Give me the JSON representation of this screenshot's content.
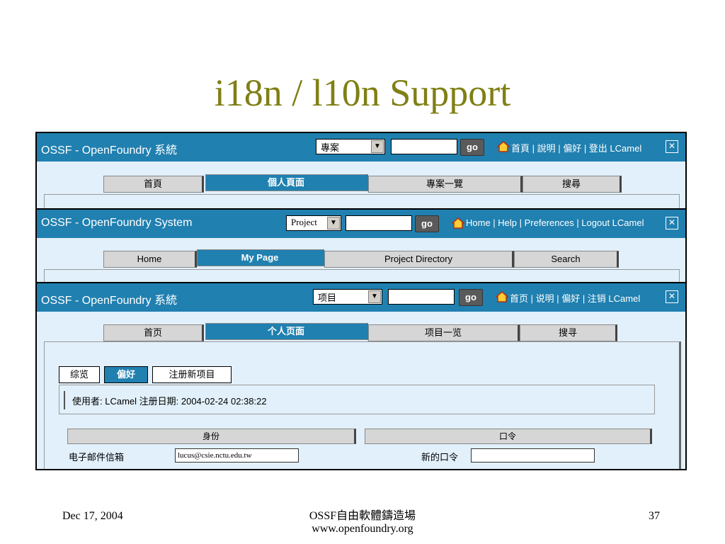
{
  "slide": {
    "title": "i18n / l10n Support",
    "footer_date": "Dec 17, 2004",
    "footer_center_line1": "OSSF自由軟體鑄造場",
    "footer_center_line2": "www.openfoundry.org",
    "page_number": "37"
  },
  "panel_traditional": {
    "app_title": "OSSF - OpenFoundry 系統",
    "select_value": "專案",
    "go_label": "go",
    "links": "首頁 | 說明 | 偏好 | 登出 LCamel",
    "tabs": [
      "首頁",
      "個人頁面",
      "專案一覽",
      "搜尋"
    ]
  },
  "panel_english": {
    "app_title": "OSSF - OpenFoundry System",
    "select_value": "Project",
    "go_label": "go",
    "links": "Home | Help | Preferences | Logout LCamel",
    "tabs": [
      "Home",
      "My Page",
      "Project Directory",
      "Search"
    ]
  },
  "panel_simplified": {
    "app_title": "OSSF - OpenFoundry 系統",
    "select_value": "项目",
    "go_label": "go",
    "links": "首页 | 说明 | 偏好 | 注销 LCamel",
    "tabs": [
      "首页",
      "个人页面",
      "项目一览",
      "搜寻"
    ],
    "subtabs": [
      "综览",
      "偏好",
      "注册新项目"
    ],
    "user_info": "使用者: LCamel   注册日期: 2004-02-24 02:38:22",
    "col_identity": "身份",
    "col_password": "口令",
    "email_label": "电子邮件信箱",
    "email_value": "lucus@csie.nctu.edu.tw",
    "new_password_label": "新的口令"
  },
  "colors": {
    "header": "#2080b0",
    "panel_bg": "#e2f0fb",
    "title": "#7f7f15"
  }
}
